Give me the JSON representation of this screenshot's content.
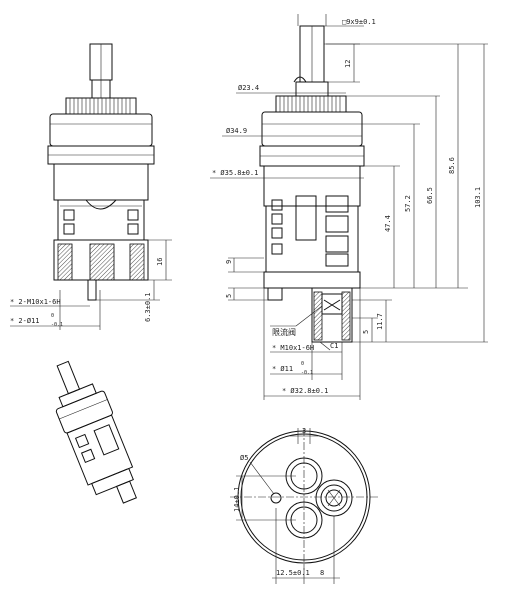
{
  "labels": {
    "square_9x9": "□9x9±0.1",
    "h12": "12",
    "d23_4": "Ø23.4",
    "d34_9": "Ø34.9",
    "d35_8": "* Ø35.8±0.1",
    "h47_4": "47.4",
    "h57_2": "57.2",
    "h66_5": "66.5",
    "h85_6": "85.6",
    "h103_1": "103.1",
    "h9": "9",
    "h5_side": "5",
    "flow_limiter": "限流阀",
    "h5_bottom": "5",
    "h11_7": "11.7",
    "m10_right": "* M10x1-6H",
    "c1": "C1",
    "d11_right": "* Ø11",
    "d11_right_tol_up": "0",
    "d11_right_tol_dn": "-0.1",
    "d32_8": "* Ø32.8±0.1",
    "m10_left": "* 2-M10x1-6H",
    "d11_left": "* 2-Ø11",
    "d11_left_tol_up": "0",
    "d11_left_tol_dn": "-0.1",
    "h16": "16",
    "h6_3": "6.3±0.1",
    "h3": "3",
    "d5": "Ø5",
    "h14": "14±0.1",
    "w12_5": "12.5±0.1",
    "w8": "8"
  }
}
